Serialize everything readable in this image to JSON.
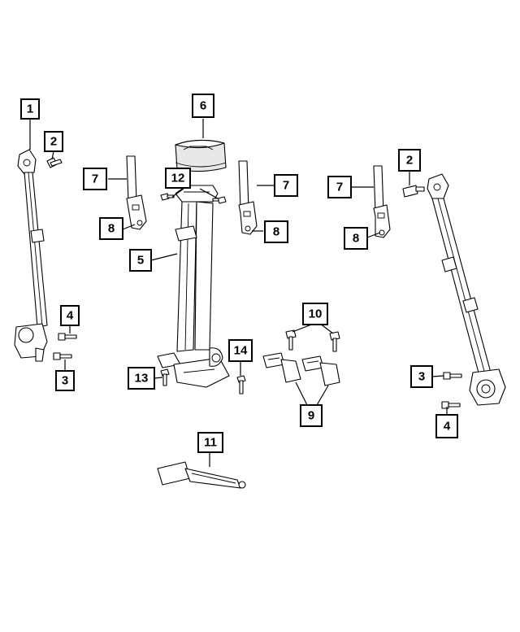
{
  "callouts": {
    "c1": "1",
    "c2a": "2",
    "c2b": "2",
    "c3a": "3",
    "c3b": "3",
    "c4a": "4",
    "c4b": "4",
    "c5": "5",
    "c6": "6",
    "c7a": "7",
    "c7b": "7",
    "c7c": "7",
    "c8a": "8",
    "c8b": "8",
    "c8c": "8",
    "c9": "9",
    "c10": "10",
    "c11": "11",
    "c12": "12",
    "c13": "13",
    "c14": "14"
  },
  "colors": {
    "line": "#000000",
    "background": "#ffffff"
  }
}
